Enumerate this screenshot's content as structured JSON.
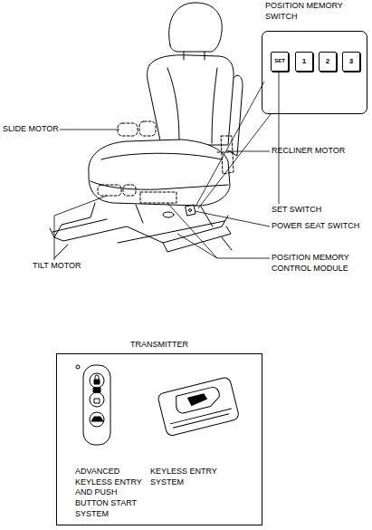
{
  "diagram": {
    "nodes": [
      {
        "text": [
          "POSITION MEMORY SWITCH"
        ]
      },
      {
        "text": [
          "SET"
        ],
        "in": 0
      },
      {
        "text": [
          "1"
        ],
        "in": 0
      },
      {
        "text": [
          "2"
        ],
        "in": 0
      },
      {
        "text": [
          "3"
        ],
        "in": 0
      },
      {
        "text": [
          "TRANSMITTER",
          "ADVANCED KEYLESS ENTRY AND PUSH BUTTON START SYSTEM",
          "KEYLESS ENTRY SYSTEM"
        ]
      }
    ],
    "labels": [
      "SLIDE MOTOR",
      "RECLINER MOTOR",
      "SET SWITCH",
      "POWER SEAT SWITCH",
      "POSITION MEMORY CONTROL MODULE",
      "TILT MOTOR"
    ]
  }
}
